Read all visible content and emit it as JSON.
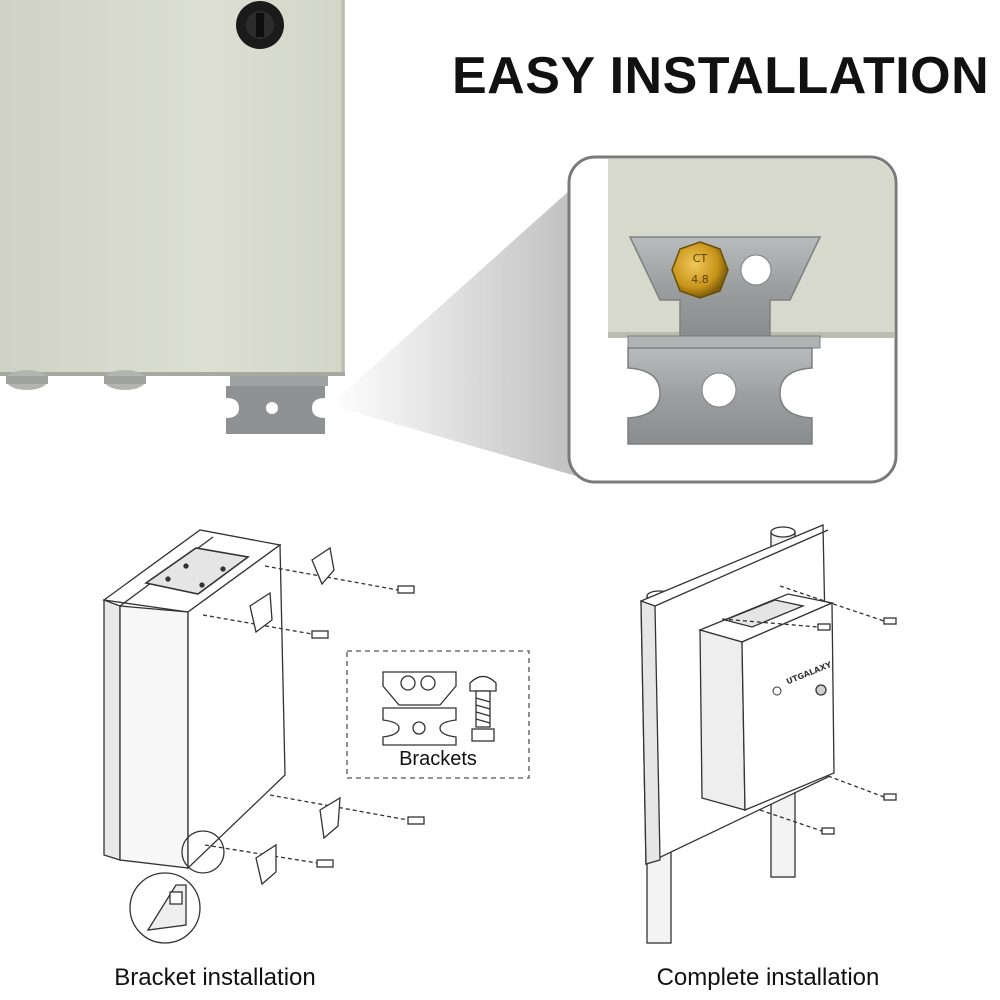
{
  "headline": "EASY INSTALLATION",
  "captions": {
    "left": "Bracket installation",
    "right": "Complete installation"
  },
  "legend": {
    "label": "Brackets"
  },
  "bolt_marking": {
    "line1": "CT",
    "line2": "4.8"
  },
  "brand": "UTGALAXY",
  "colors": {
    "enclosure": "#d8dbcd",
    "bracket": "#a9abab",
    "text": "#111111",
    "bolt": "#c99a1c"
  }
}
